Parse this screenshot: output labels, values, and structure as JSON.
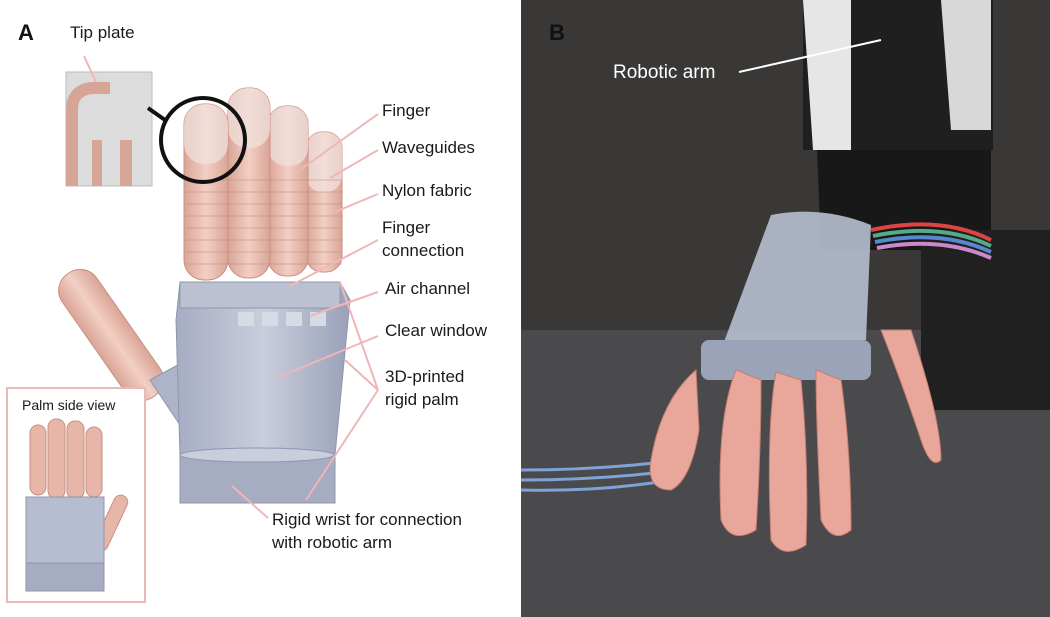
{
  "panel_a": {
    "panel_label": "A",
    "labels": {
      "tip_plate": "Tip plate",
      "finger": "Finger",
      "waveguides": "Waveguides",
      "nylon_fabric": "Nylon fabric",
      "finger_connection_line1": "Finger",
      "finger_connection_line2": "connection",
      "air_channel": "Air channel",
      "clear_window": "Clear window",
      "palm_line1": "3D-printed",
      "palm_line2": "rigid palm",
      "wrist_line1": "Rigid wrist for connection",
      "wrist_line2": "with robotic arm"
    },
    "inset": {
      "title": "Palm side view"
    }
  },
  "panel_b": {
    "panel_label": "B",
    "labels": {
      "robotic_arm": "Robotic arm"
    }
  },
  "colors": {
    "finger_pink": "#e8b6a8",
    "palm_blue": "#b7bdd0",
    "leader_pink": "#f0b6b6",
    "photo_dark": "#1e1e1e"
  }
}
